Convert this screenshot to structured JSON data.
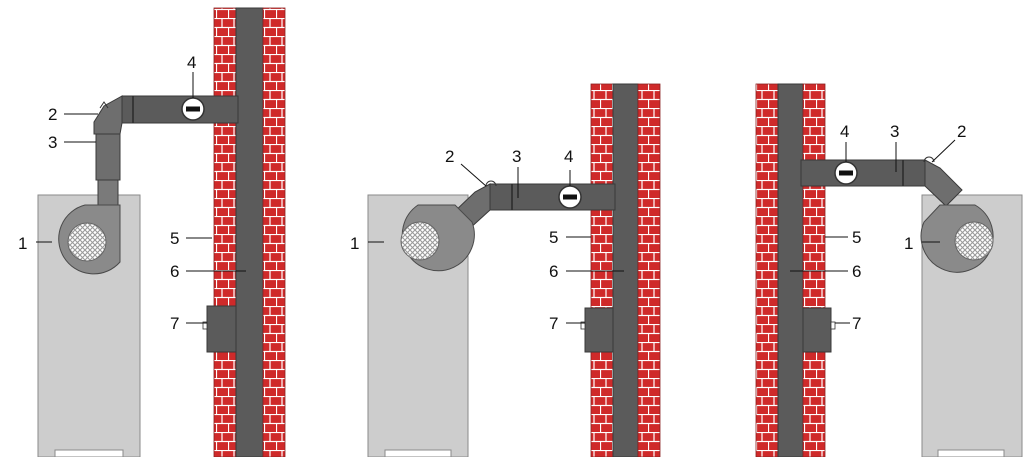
{
  "colors": {
    "brick": "#cf2a2a",
    "mortar": "#ffffff",
    "flue": "#5b5b5b",
    "pipe": "#6e6e6e",
    "boiler_cabinet": "#cdcdcd",
    "fan_grille": "#a8a8a8",
    "leader_line": "#111111"
  },
  "numbers": [
    "1",
    "2",
    "3",
    "4",
    "5",
    "6",
    "7"
  ],
  "icons": [
    "chimney-brick-wall",
    "boiler-fan-housing",
    "damper-disc-icon",
    "flue-duct"
  ]
}
